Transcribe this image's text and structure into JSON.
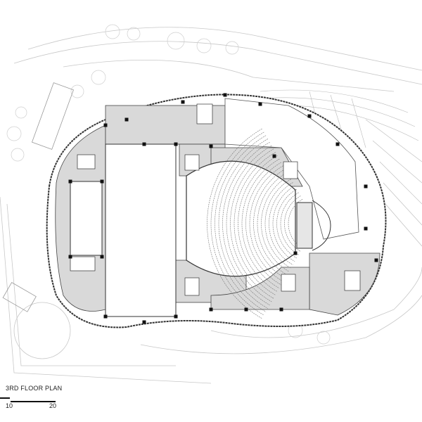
{
  "drawing": {
    "title": "3RD FLOOR PLAN",
    "scale_bar": {
      "labels": [
        "10",
        "20"
      ]
    }
  },
  "colors": {
    "room_fill": "#d9d9d9",
    "line": "#333333",
    "landscape": "#bdbdbd"
  }
}
